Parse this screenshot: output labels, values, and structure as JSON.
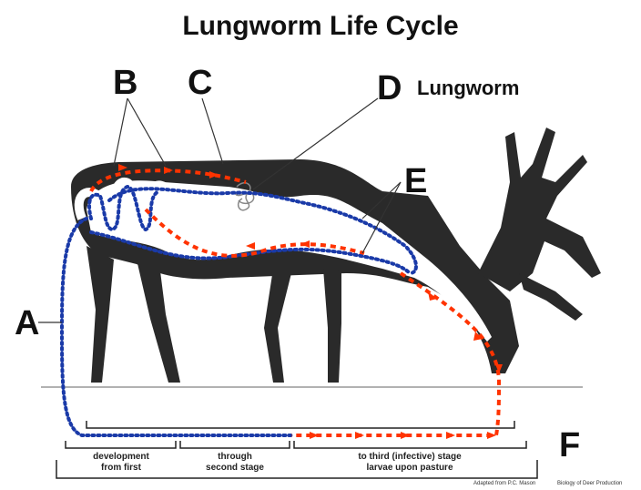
{
  "title": "Lungworm Life Cycle",
  "labels": {
    "a": "A",
    "b": "B",
    "c": "C",
    "d": "D",
    "d_word": "Lungworm",
    "e": "E",
    "f": "F"
  },
  "captions": {
    "stage1_line1": "development",
    "stage1_line2": "from first",
    "stage2_line1": "through",
    "stage2_line2": "second stage",
    "stage3_line1": "to third (infective) stage",
    "stage3_line2": "larvae upon pasture"
  },
  "credit": {
    "left": "Adapted from P.C. Mason",
    "right": "Biology of Deer Production"
  },
  "colors": {
    "silhouette": "#2a2a2a",
    "red_arrows": "#ff3300",
    "blue_dots": "#1a3aa8"
  }
}
